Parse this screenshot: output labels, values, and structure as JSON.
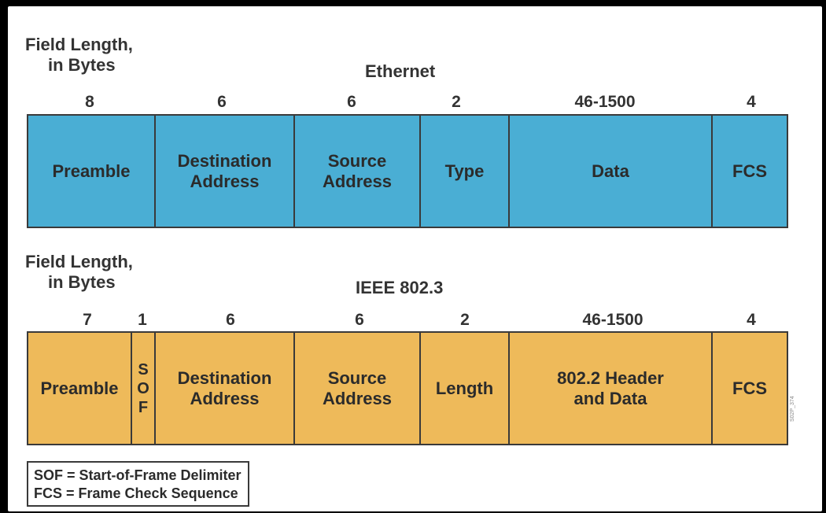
{
  "ethernet": {
    "field_length_label": "Field Length,\nin Bytes",
    "title": "Ethernet",
    "lengths": [
      "8",
      "6",
      "6",
      "2",
      "46-1500",
      "4"
    ],
    "fields": [
      "Preamble",
      "Destination\nAddress",
      "Source\nAddress",
      "Type",
      "Data",
      "FCS"
    ],
    "color": "#4aaed4"
  },
  "ieee": {
    "field_length_label": "Field Length,\nin Bytes",
    "title": "IEEE 802.3",
    "lengths": [
      "7",
      "1",
      "6",
      "6",
      "2",
      "46-1500",
      "4"
    ],
    "fields": [
      "Preamble",
      "S\nO\nF",
      "Destination\nAddress",
      "Source\nAddress",
      "Length",
      "802.2 Header\nand Data",
      "FCS"
    ],
    "color": "#eeba5a"
  },
  "legend": {
    "sof": "SOF = Start-of-Frame Delimiter",
    "fcs": "FCS = Frame Check Sequence"
  },
  "watermark": "S02P_374"
}
